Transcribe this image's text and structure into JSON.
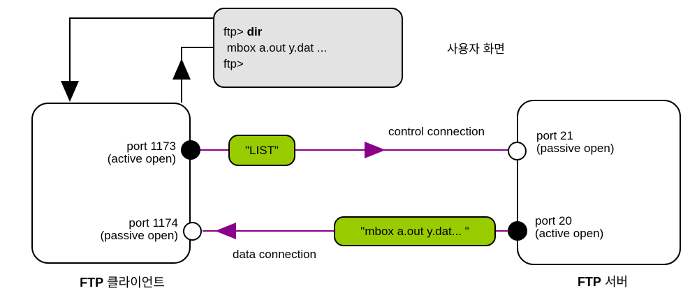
{
  "terminal_screen": {
    "line1_prompt": "ftp> ",
    "line1_command": "dir",
    "line2_output": " mbox a.out y.dat ...",
    "line3_prompt": "ftp>",
    "caption": "사용자 화면"
  },
  "ftp_client": {
    "caption_acronym": "FTP",
    "caption_korean": " 클라이언트",
    "ports": [
      {
        "label": "port 1173",
        "state": "(active open)",
        "marker": "filled"
      },
      {
        "label": "port 1174",
        "state": "(passive open)",
        "marker": "open"
      }
    ]
  },
  "ftp_server": {
    "caption_acronym": "FTP",
    "caption_korean": " 서버",
    "ports": [
      {
        "label": "port 21",
        "state": "(passive open)",
        "marker": "open"
      },
      {
        "label": "port 20",
        "state": "(active open)",
        "marker": "filled"
      }
    ]
  },
  "control_connection": {
    "label": "control connection",
    "message": "\"LIST\""
  },
  "data_connection": {
    "label": "data connection",
    "message": "\"mbox a.out y.dat... \""
  },
  "colors": {
    "message_box_fill": "#99cc00",
    "connection_arrow": "#8b008b",
    "terminal_fill": "#e3e3e3",
    "line_color": "#000000"
  }
}
